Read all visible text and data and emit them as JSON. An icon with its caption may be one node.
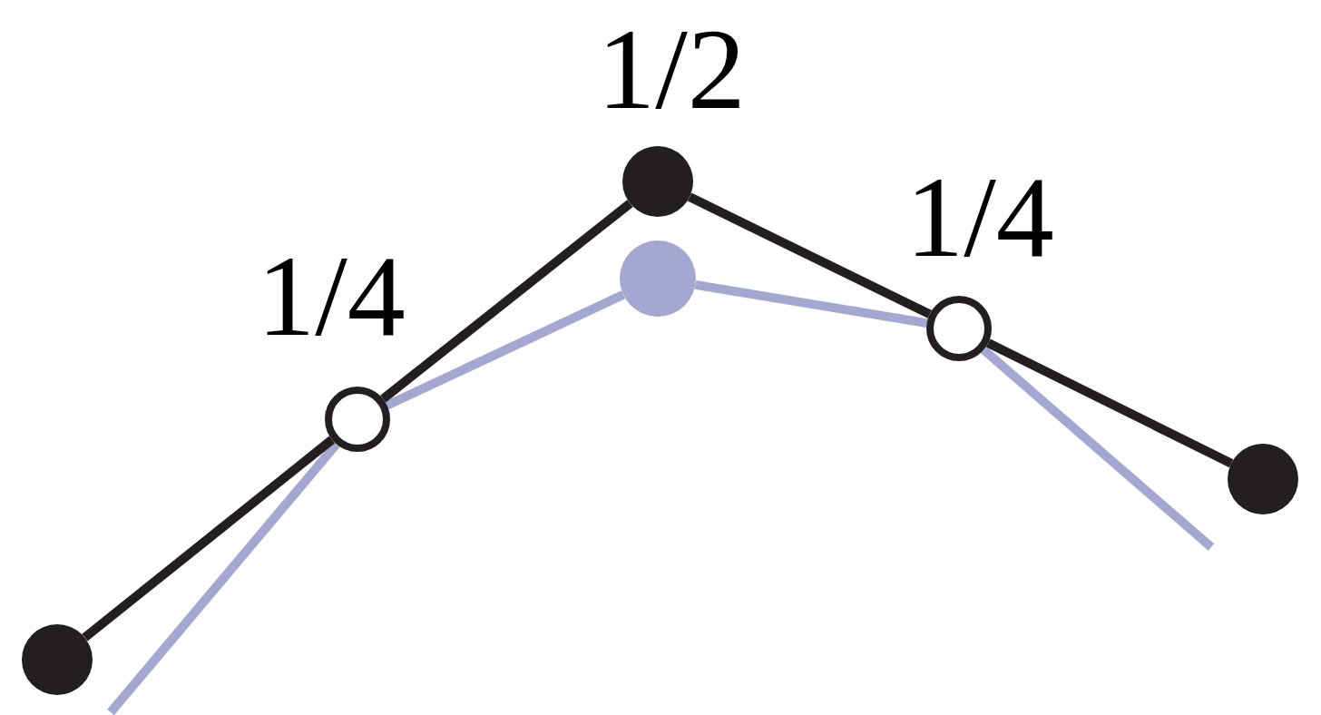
{
  "diagram": {
    "nodes": [
      {
        "text": [],
        "shape": "circle"
      },
      {
        "text": [],
        "shape": "circle"
      },
      {
        "text": [],
        "shape": "circle"
      },
      {
        "text": [],
        "shape": "circle"
      },
      {
        "text": [],
        "shape": "circle"
      },
      {
        "text": [],
        "shape": "circle"
      }
    ],
    "edges": [
      {
        "from": null,
        "to": 1,
        "arrow": "none",
        "color": "#a5a7d3"
      },
      {
        "from": 1,
        "to": 3,
        "arrow": "none",
        "color": "#a5a7d3"
      },
      {
        "from": 3,
        "to": 4,
        "arrow": "none",
        "color": "#a5a7d3"
      },
      {
        "from": 4,
        "to": null,
        "arrow": "none",
        "color": "#a5a7d3"
      },
      {
        "from": 0,
        "to": 1,
        "arrow": "none",
        "color": "#231f20"
      },
      {
        "from": 1,
        "to": 2,
        "arrow": "none",
        "color": "#231f20"
      },
      {
        "from": 2,
        "to": 4,
        "arrow": "none",
        "color": "#231f20"
      },
      {
        "from": 4,
        "to": 5,
        "arrow": "none",
        "color": "#231f20"
      }
    ],
    "labels": [
      "1/2",
      "1/4",
      "1/4"
    ]
  }
}
